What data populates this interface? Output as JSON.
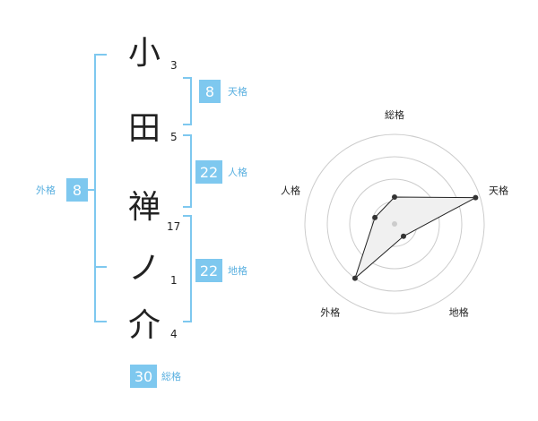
{
  "name": {
    "characters": [
      {
        "char": "小",
        "strokes": "3"
      },
      {
        "char": "田",
        "strokes": "5"
      },
      {
        "char": "禅",
        "strokes": "17"
      },
      {
        "char": "ノ",
        "strokes": "1"
      },
      {
        "char": "介",
        "strokes": "4"
      }
    ]
  },
  "kaku": {
    "ten": {
      "value": "8",
      "label": "天格"
    },
    "jin": {
      "value": "22",
      "label": "人格"
    },
    "chi": {
      "value": "22",
      "label": "地格"
    },
    "gai": {
      "value": "8",
      "label": "外格"
    },
    "sou": {
      "value": "30",
      "label": "総格"
    }
  },
  "colors": {
    "accent": "#7ec8ef",
    "accent_text": "#5ab0e0",
    "ring": "#cccccc",
    "polygon_fill": "#f0f0f0"
  },
  "chart_data": {
    "type": "radar",
    "axes": [
      "総格",
      "天格",
      "地格",
      "外格",
      "人格"
    ],
    "values": [
      0.3,
      0.95,
      0.17,
      0.75,
      0.23
    ],
    "rings": 4
  }
}
